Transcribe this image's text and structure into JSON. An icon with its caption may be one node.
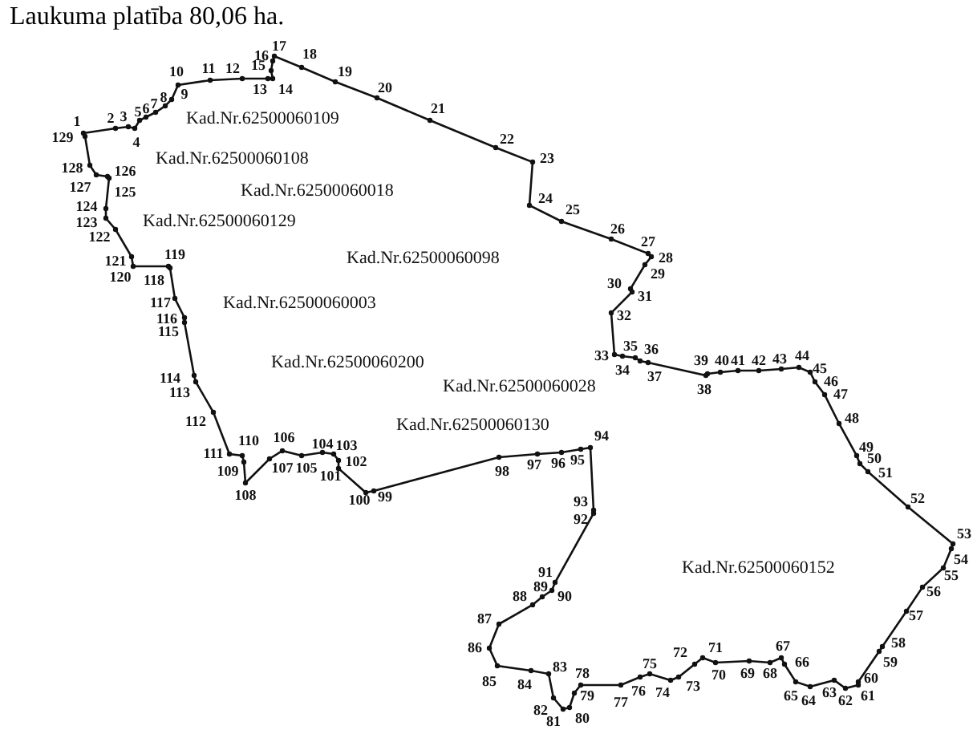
{
  "diagram": {
    "title": "Laukuma platība 80,06 ha.",
    "labels": [
      "1",
      "2",
      "3",
      "4",
      "5",
      "6",
      "7",
      "8",
      "9",
      "10",
      "11",
      "12",
      "13",
      "14",
      "15",
      "16",
      "17",
      "18",
      "19",
      "20",
      "21",
      "22",
      "23",
      "24",
      "25",
      "26",
      "27",
      "28",
      "29",
      "30",
      "31",
      "32",
      "33",
      "34",
      "35",
      "36",
      "37",
      "38",
      "39",
      "40",
      "41",
      "42",
      "43",
      "44",
      "45",
      "46",
      "47",
      "48",
      "49",
      "50",
      "51",
      "52",
      "53",
      "54",
      "55",
      "56",
      "57",
      "58",
      "59",
      "60",
      "61",
      "62",
      "63",
      "64",
      "65",
      "66",
      "67",
      "68",
      "69",
      "70",
      "71",
      "72",
      "73",
      "74",
      "75",
      "76",
      "77",
      "78",
      "79",
      "80",
      "81",
      "82",
      "83",
      "84",
      "85",
      "86",
      "87",
      "88",
      "89",
      "90",
      "91",
      "92",
      "93",
      "94",
      "95",
      "96",
      "97",
      "98",
      "99",
      "100",
      "101",
      "102",
      "103",
      "104",
      "105",
      "106",
      "107",
      "108",
      "109",
      "110",
      "111",
      "112",
      "113",
      "114",
      "115",
      "116",
      "117",
      "118",
      "119",
      "120",
      "121",
      "122",
      "123",
      "124",
      "125",
      "126",
      "127",
      "128",
      "129",
      "Kad.Nr.62500060109",
      "Kad.Nr.62500060108",
      "Kad.Nr.62500060018",
      "Kad.Nr.62500060129",
      "Kad.Nr.62500060098",
      "Kad.Nr.62500060003",
      "Kad.Nr.62500060200",
      "Kad.Nr.62500060028",
      "Kad.Nr.62500060130",
      "Kad.Nr.62500060152"
    ]
  }
}
